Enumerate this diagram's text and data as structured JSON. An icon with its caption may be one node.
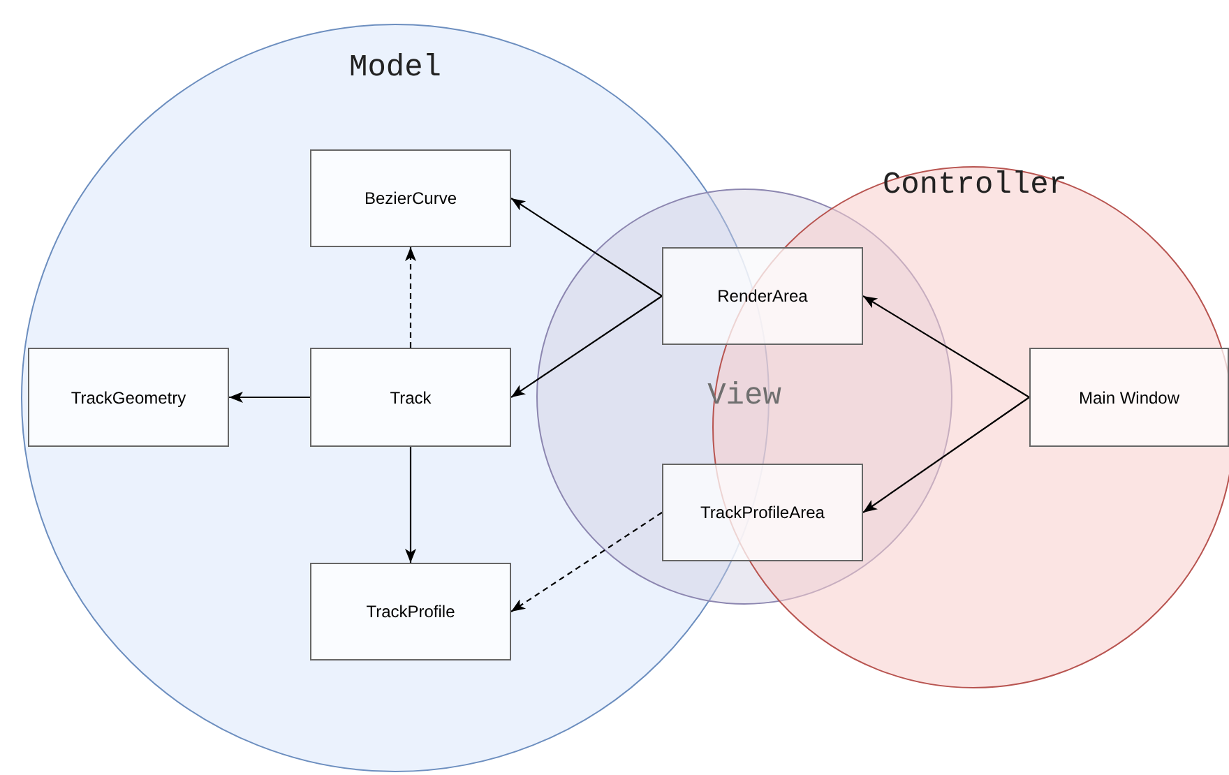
{
  "diagram": {
    "nodes": [
      {
        "text": [
          "Model"
        ]
      },
      {
        "text": [
          "BezierCurve"
        ],
        "in": 0
      },
      {
        "text": [
          "TrackGeometry"
        ],
        "in": 0
      },
      {
        "text": [
          "Track"
        ],
        "in": 0
      },
      {
        "text": [
          "TrackProfile"
        ],
        "in": 0
      },
      {
        "text": [
          "View"
        ]
      },
      {
        "text": [
          "RenderArea"
        ],
        "in": 5
      },
      {
        "text": [
          "TrackProfileArea"
        ],
        "in": 5
      },
      {
        "text": [
          "Controller"
        ]
      },
      {
        "text": [
          "Main Window"
        ],
        "in": 8
      }
    ],
    "edges": [
      {
        "from": 6,
        "to": 1,
        "arrow": "to"
      },
      {
        "from": 6,
        "to": 3,
        "arrow": "to"
      },
      {
        "from": 3,
        "to": 1,
        "arrow": "to",
        "style": "dashed"
      },
      {
        "from": 3,
        "to": 2,
        "arrow": "to"
      },
      {
        "from": 3,
        "to": 4,
        "arrow": "to"
      },
      {
        "from": 7,
        "to": 4,
        "arrow": "to",
        "style": "dashed"
      },
      {
        "from": 9,
        "to": 6,
        "arrow": "to"
      },
      {
        "from": 9,
        "to": 7,
        "arrow": "to"
      }
    ]
  }
}
